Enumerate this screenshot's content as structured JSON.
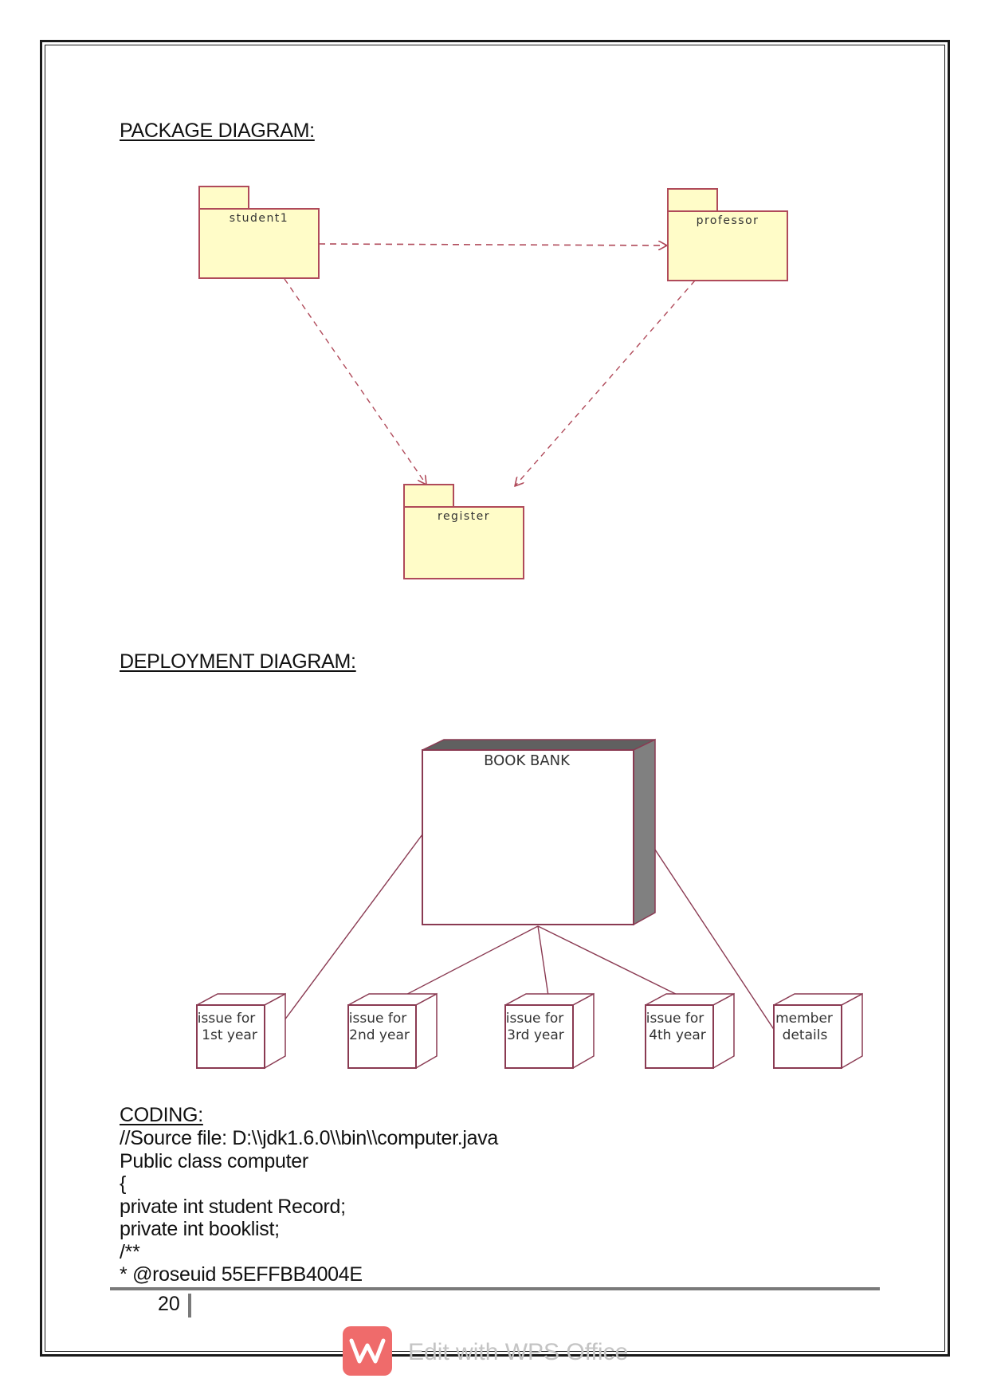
{
  "page": {
    "package_heading": "PACKAGE DIAGRAM:",
    "deployment_heading": "DEPLOYMENT DIAGRAM:",
    "coding_heading": "CODING:"
  },
  "package_diagram": {
    "packages": [
      {
        "id": "student1",
        "label": "student1"
      },
      {
        "id": "professor",
        "label": "professor"
      },
      {
        "id": "register",
        "label": "register"
      }
    ],
    "dependencies": [
      {
        "from": "student1",
        "to": "professor"
      },
      {
        "from": "student1",
        "to": "register"
      },
      {
        "from": "professor",
        "to": "register"
      }
    ],
    "colors": {
      "fill": "#fffcc8",
      "stroke": "#b04a5a",
      "arrow": "#b04a5a"
    }
  },
  "deployment_diagram": {
    "main_node": {
      "label": "BOOK BANK"
    },
    "nodes": [
      {
        "id": "n1",
        "lines": [
          "issue for",
          "1st year"
        ]
      },
      {
        "id": "n2",
        "lines": [
          "issue for",
          "2nd year"
        ]
      },
      {
        "id": "n3",
        "lines": [
          "issue for",
          "3rd year"
        ]
      },
      {
        "id": "n4",
        "lines": [
          "issue for",
          "4th year"
        ]
      },
      {
        "id": "n5",
        "lines": [
          "member",
          "details"
        ]
      }
    ],
    "colors": {
      "stroke": "#8a3a52",
      "side": "#808080"
    }
  },
  "code": {
    "lines": [
      "//Source file: D:\\\\jdk1.6.0\\\\bin\\\\computer.java",
      "Public class computer",
      "{",
      "private int student Record;",
      "private int booklist;",
      "/**",
      "* @roseuid 55EFFBB4004E"
    ]
  },
  "footer": {
    "page_number": "20"
  },
  "watermark": {
    "text": "Edit with WPS Office",
    "logo_color": "#ef6b6b"
  }
}
